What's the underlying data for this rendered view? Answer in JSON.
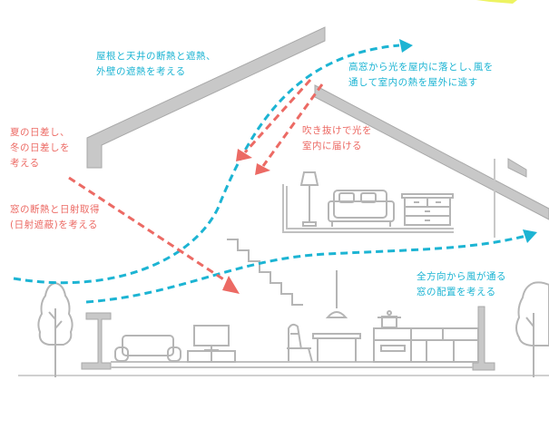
{
  "colors": {
    "wind": "#1cb4d3",
    "sun": "#ec6a64",
    "structure": "#c8c8c8",
    "structure_stroke": "#a9a9a9",
    "highlight": "#e8f03a"
  },
  "labels": {
    "roof_insulation": {
      "lines": [
        "屋根と天井の断熱と遮熱、",
        "外壁の遮熱を考える"
      ]
    },
    "high_window": {
      "lines": [
        "高窓から光を屋内に落とし､風を",
        "通して室内の熱を屋外に逃す"
      ]
    },
    "sunlight": {
      "lines": [
        "夏の日差し、",
        "冬の日差しを",
        "考える"
      ]
    },
    "window_insulation": {
      "lines": [
        "窓の断熱と日射取得",
        "(日射遮蔽)を考える"
      ]
    },
    "atrium": {
      "lines": [
        "吹き抜けで光を",
        "室内に届ける"
      ]
    },
    "ventilation": {
      "lines": [
        "全方向から風が通る",
        "窓の配置を考える"
      ]
    }
  },
  "flows": [
    {
      "kind": "wind",
      "name": "wind-flow-upper"
    },
    {
      "kind": "wind",
      "name": "wind-flow-lower"
    },
    {
      "kind": "sun",
      "name": "sun-ray-window"
    },
    {
      "kind": "sun",
      "name": "sun-ray-atrium-left"
    },
    {
      "kind": "sun",
      "name": "sun-ray-atrium-right"
    }
  ],
  "furniture": [
    "floor-lamp",
    "bed",
    "dresser",
    "staircase",
    "sofa",
    "tv",
    "tv-stand",
    "chair",
    "dining-table",
    "pendant-lamp",
    "pot",
    "kitchen-counter",
    "tree-left",
    "tree-right"
  ]
}
